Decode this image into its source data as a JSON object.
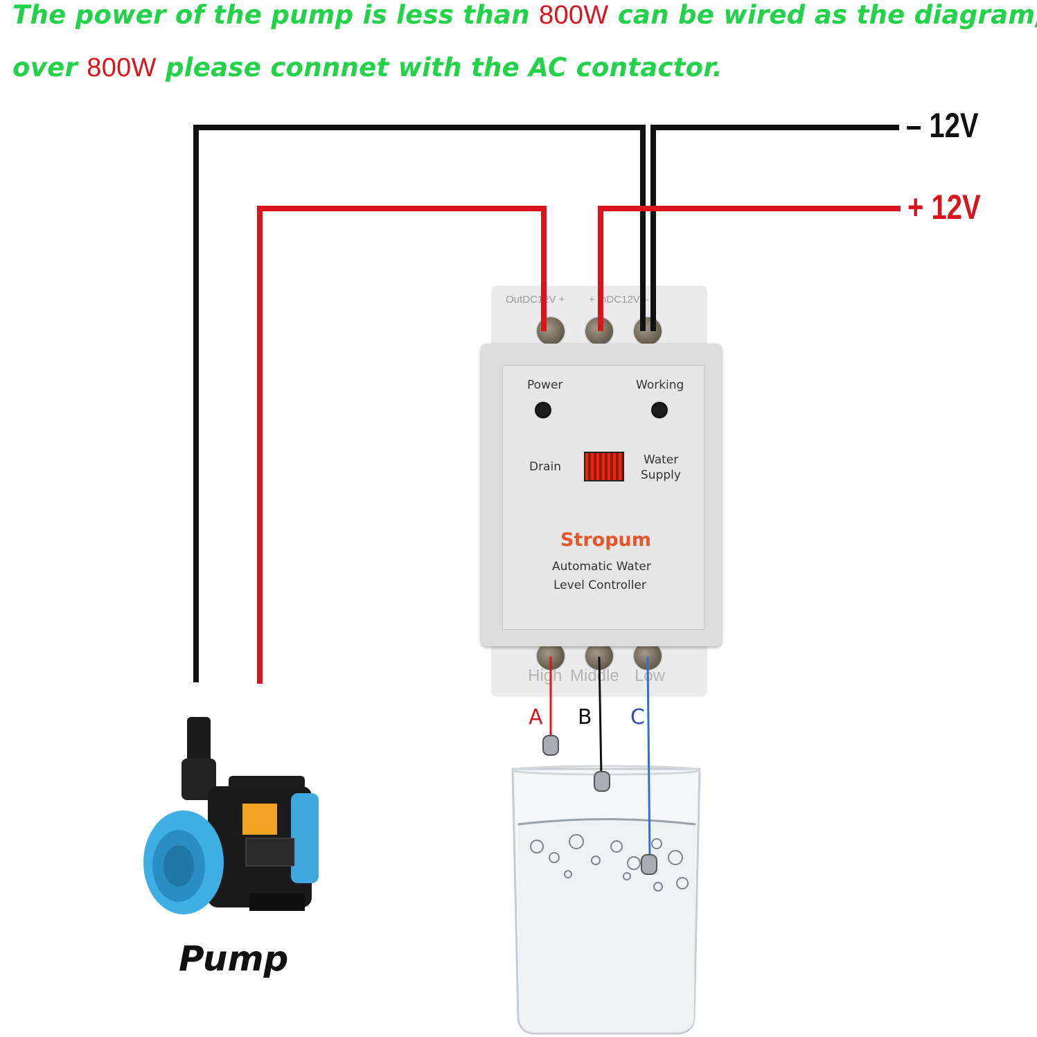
{
  "headline": {
    "line1_before": "The power of the pump is less than",
    "line1_power": "800W",
    "line1_after": "can be wired as the diagram,",
    "line2_before": "over",
    "line2_power": "800W",
    "line2_after": "please connnet with the AC contactor."
  },
  "supply": {
    "negative_label": "– 12V",
    "positive_label": "+ 12V"
  },
  "controller": {
    "top_out_label": "OutDC12V +",
    "top_in_label": "+ InDC12V –",
    "power_label": "Power",
    "working_label": "Working",
    "drain_label": "Drain",
    "water_supply_line1": "Water",
    "water_supply_line2": "Supply",
    "brand": "Stropum",
    "product_line1": "Automatic Water",
    "product_line2": "Level Controller",
    "probe_high": "High",
    "probe_middle": "Middle",
    "probe_low": "Low"
  },
  "probes": {
    "a": "A",
    "b": "B",
    "c": "C"
  },
  "pump": {
    "label": "Pump"
  },
  "colors": {
    "headline": "#22d34a",
    "power_value": "#d9141c",
    "negative_wire": "#111111",
    "positive_wire": "#d9141c",
    "probe_c_wire": "#2f6fd8",
    "brand": "#e5562a"
  }
}
